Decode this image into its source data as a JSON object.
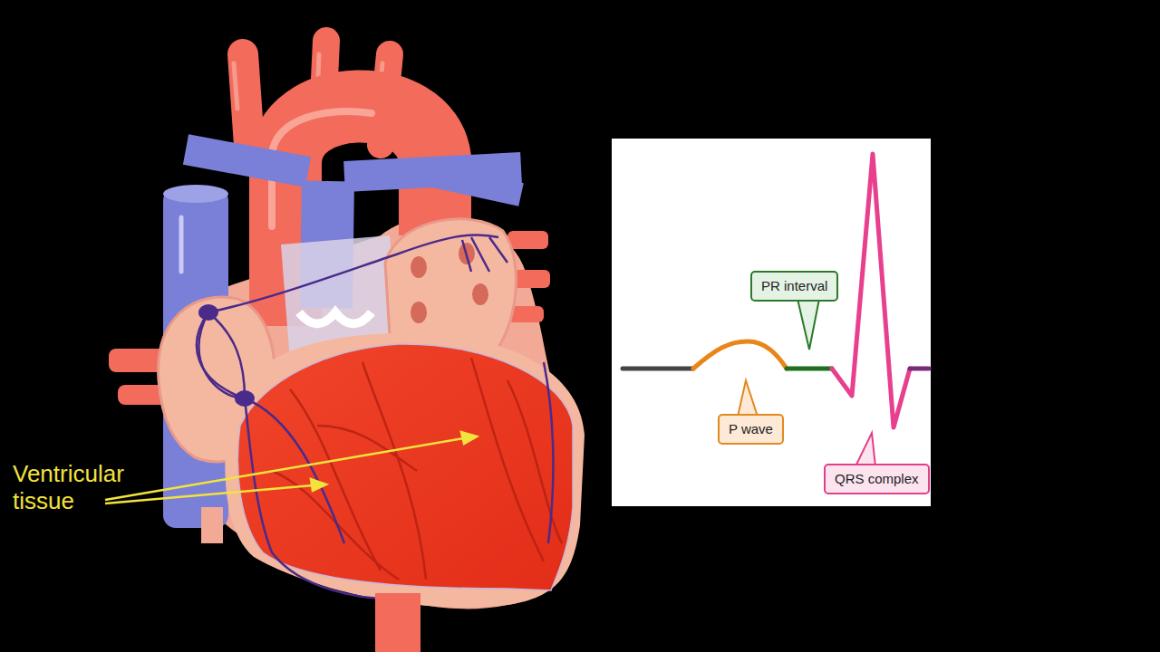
{
  "diagram": {
    "nodes": [
      {
        "text": [
          "PR interval"
        ]
      },
      {
        "text": [
          "P wave"
        ]
      },
      {
        "text": [
          "QRS complex"
        ]
      }
    ],
    "labels": [
      "Ventricular tissue"
    ]
  }
}
